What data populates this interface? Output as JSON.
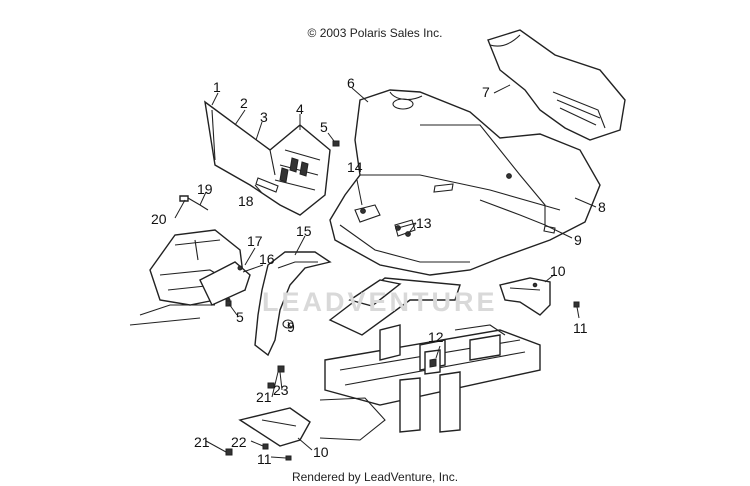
{
  "header": {
    "copyright": "© 2003 Polaris Sales Inc."
  },
  "watermark": "LEADVENTURE",
  "footer": {
    "rendered_by": "Rendered by LeadVenture, Inc."
  },
  "callouts": [
    {
      "id": "1",
      "label": "1"
    },
    {
      "id": "2",
      "label": "2"
    },
    {
      "id": "3",
      "label": "3"
    },
    {
      "id": "4",
      "label": "4"
    },
    {
      "id": "5a",
      "label": "5"
    },
    {
      "id": "5b",
      "label": "5"
    },
    {
      "id": "6",
      "label": "6"
    },
    {
      "id": "7",
      "label": "7"
    },
    {
      "id": "8",
      "label": "8"
    },
    {
      "id": "9a",
      "label": "9"
    },
    {
      "id": "9b",
      "label": "9"
    },
    {
      "id": "10a",
      "label": "10"
    },
    {
      "id": "10b",
      "label": "10"
    },
    {
      "id": "11a",
      "label": "11"
    },
    {
      "id": "11b",
      "label": "11"
    },
    {
      "id": "12",
      "label": "12"
    },
    {
      "id": "13",
      "label": "13"
    },
    {
      "id": "14",
      "label": "14"
    },
    {
      "id": "15",
      "label": "15"
    },
    {
      "id": "16",
      "label": "16"
    },
    {
      "id": "17",
      "label": "17"
    },
    {
      "id": "18",
      "label": "18"
    },
    {
      "id": "19",
      "label": "19"
    },
    {
      "id": "20",
      "label": "20"
    },
    {
      "id": "21a",
      "label": "21"
    },
    {
      "id": "21b",
      "label": "21"
    },
    {
      "id": "22",
      "label": "22"
    },
    {
      "id": "23",
      "label": "23"
    }
  ]
}
